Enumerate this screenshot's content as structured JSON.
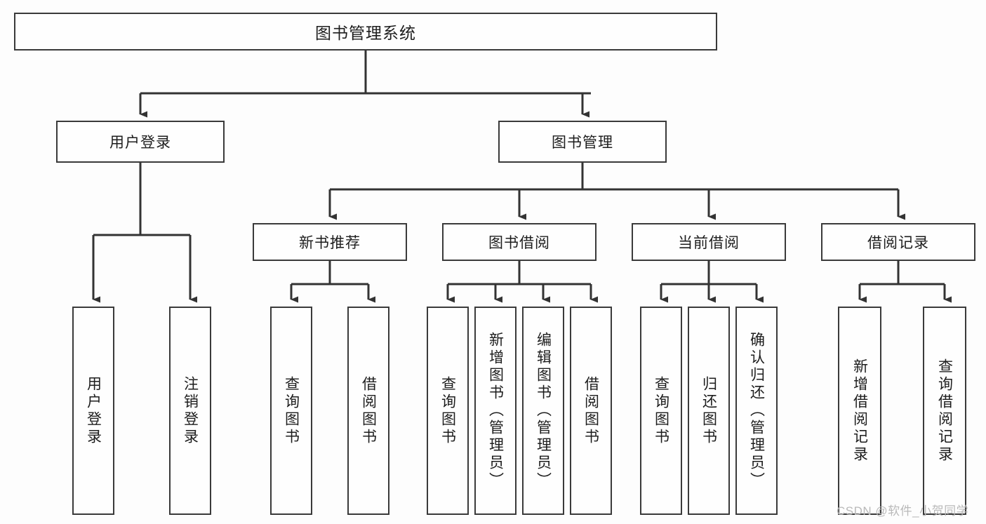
{
  "diagram": {
    "title": "图书管理系统",
    "type": "tree-hierarchy",
    "colors": {
      "border": "#3a3a3a",
      "node_fill": "#fefefe",
      "edge": "#333333",
      "background": "#fdfdfd",
      "watermark": "#b9b9b9"
    },
    "root": {
      "label": "图书管理系统"
    },
    "level1": [
      {
        "id": "user-login",
        "label": "用户登录"
      },
      {
        "id": "book-manage",
        "label": "图书管理"
      }
    ],
    "level2": [
      {
        "id": "new-book-rec",
        "label": "新书推荐"
      },
      {
        "id": "book-borrow",
        "label": "图书借阅"
      },
      {
        "id": "current-borrow",
        "label": "当前借阅"
      },
      {
        "id": "borrow-record",
        "label": "借阅记录"
      }
    ],
    "leaves": {
      "user-login": [
        {
          "id": "leaf-user-login",
          "label": "用户登录"
        },
        {
          "id": "leaf-logout",
          "label": "注销登录"
        }
      ],
      "new-book-rec": [
        {
          "id": "leaf-query-book-1",
          "label": "查询图书"
        },
        {
          "id": "leaf-borrow-book-1",
          "label": "借阅图书"
        }
      ],
      "book-borrow": [
        {
          "id": "leaf-query-book-2",
          "label": "查询图书"
        },
        {
          "id": "leaf-add-book",
          "label": "新增图书（管理员）"
        },
        {
          "id": "leaf-edit-book",
          "label": "编辑图书（管理员）"
        },
        {
          "id": "leaf-borrow-book-2",
          "label": "借阅图书"
        }
      ],
      "current-borrow": [
        {
          "id": "leaf-query-book-3",
          "label": "查询图书"
        },
        {
          "id": "leaf-return-book",
          "label": "归还图书"
        },
        {
          "id": "leaf-confirm-return",
          "label": "确认归还（管理员）"
        }
      ],
      "borrow-record": [
        {
          "id": "leaf-add-record",
          "label": "新增借阅记录"
        },
        {
          "id": "leaf-query-record",
          "label": "查询借阅记录"
        }
      ]
    },
    "watermark": "CSDN @软件_小贺同学"
  }
}
